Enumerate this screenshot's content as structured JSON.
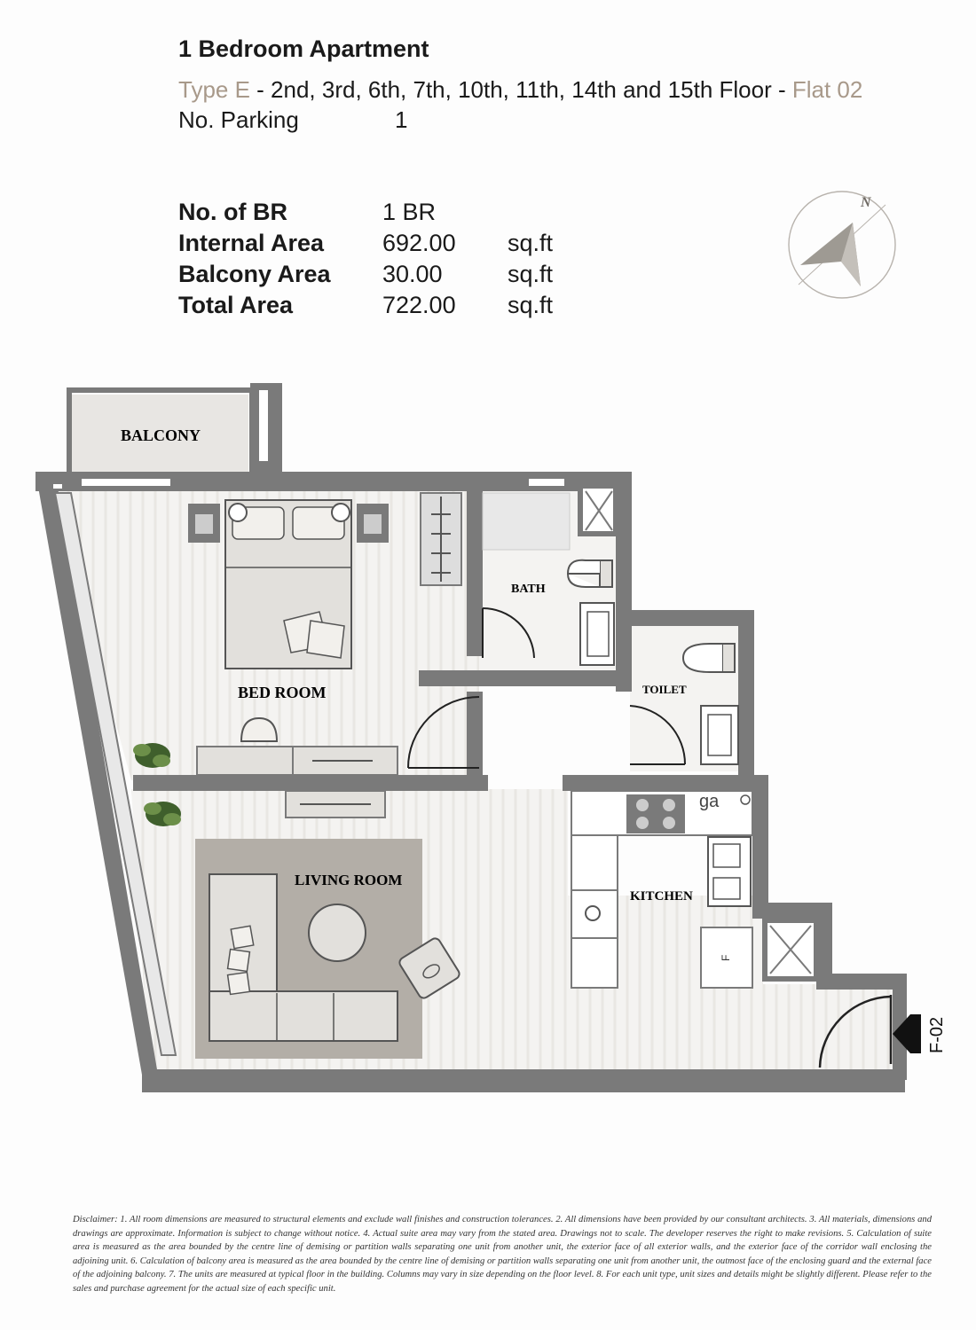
{
  "header": {
    "title": "1 Bedroom Apartment",
    "type_label": "Type E",
    "sep1": " - ",
    "floors": "2nd, 3rd, 6th, 7th, 10th, 11th, 14th and 15th Floor",
    "sep2": " - ",
    "flat": "Flat 02",
    "parking_label": "No. Parking",
    "parking_value": "1"
  },
  "stats": [
    {
      "label": "No. of BR",
      "value": "1 BR",
      "unit": ""
    },
    {
      "label": "Internal Area",
      "value": "692.00",
      "unit": "sq.ft"
    },
    {
      "label": "Balcony Area",
      "value": "30.00",
      "unit": "sq.ft"
    },
    {
      "label": "Total Area",
      "value": "722.00",
      "unit": "sq.ft"
    }
  ],
  "compass": {
    "north_label": "N",
    "arrow_color": "#9e9a93"
  },
  "plan": {
    "rooms": {
      "balcony": "BALCONY",
      "bedroom": "BED ROOM",
      "bath": "BATH",
      "toilet": "TOILET",
      "living": "LIVING ROOM",
      "kitchen": "KITCHEN"
    },
    "entry_label": "F-02",
    "appliance_ga": "ga",
    "appliance_f": "F",
    "colors": {
      "wall": "#7a7a7a",
      "furniture": "#e2e0dc",
      "rug": "#b3aea7",
      "plant": "#3f5f2c"
    }
  },
  "disclaimer": "Disclaimer: 1. All room dimensions are measured to structural elements and exclude wall finishes and construction tolerances. 2. All dimensions have been provided by our consultant architects. 3. All materials, dimensions and drawings are approximate. Information is subject to change without notice. 4. Actual suite area may vary from the stated area. Drawings not to scale. The developer reserves the right to make revisions. 5. Calculation of suite area is measured as the area bounded by the centre line of demising or partition walls separating one unit from another unit, the exterior face of all exterior walls, and the exterior face of the corridor wall enclosing the adjoining unit. 6. Calculation of balcony area is measured as the area bounded by the centre line of demising or partition walls separating one unit from another unit, the outmost face of the enclosing guard and the external face of the adjoining balcony. 7. The units are measured at typical floor in the building. Columns may vary in size depending on the floor level. 8. For each unit type, unit sizes and details might be slightly different. Please refer to the sales and purchase agreement for the actual size of each specific unit."
}
